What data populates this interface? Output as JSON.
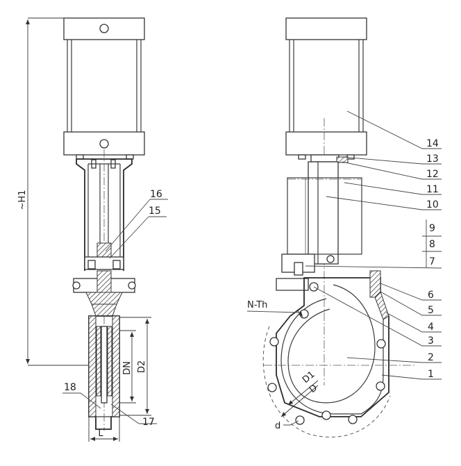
{
  "dimension_labels": {
    "h1": "~H1",
    "dn": "DN",
    "d2": "D2",
    "l": "L",
    "d1": "D1",
    "d_cap": "D",
    "d_small": "d",
    "nth": "N-Th"
  },
  "part_numbers": {
    "p1": "1",
    "p2": "2",
    "p3": "3",
    "p4": "4",
    "p5": "5",
    "p6": "6",
    "p7": "7",
    "p8": "8",
    "p9": "9",
    "p10": "10",
    "p11": "11",
    "p12": "12",
    "p13": "13",
    "p14": "14",
    "p15": "15",
    "p16": "16",
    "p17": "17",
    "p18": "18"
  }
}
